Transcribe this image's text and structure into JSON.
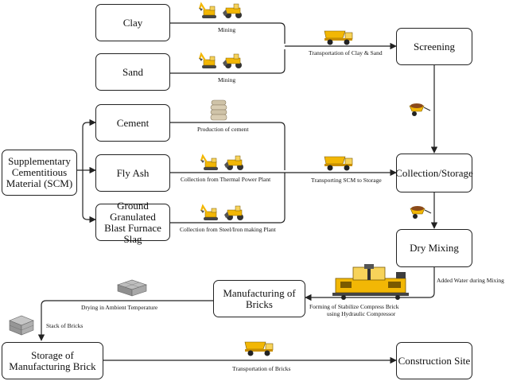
{
  "nodes": {
    "clay": "Clay",
    "sand": "Sand",
    "cement": "Cement",
    "fly_ash": "Fly Ash",
    "ggbs": "Ground Granulated Blast Furnace Slag",
    "scm": "Supplementary Cementitious Material (SCM)",
    "screening": "Screening",
    "collection": "Collection/Storage",
    "dry_mixing": "Dry Mixing",
    "manufacturing": "Manufacturing of Bricks",
    "storage": "Storage of Manufacturing Brick",
    "construction_site": "Construction Site"
  },
  "edges": {
    "mining_clay": "Mining",
    "mining_sand": "Mining",
    "transport_clay_sand": "Transportation of Clay & Sand",
    "production_cement": "Production of cement",
    "collection_fly_ash": "Collection from Thermal Power Plant",
    "transport_scm": "Transporting SCM to Storage",
    "collection_slag": "Collection from Steel/Iron making Plant",
    "added_water": "Added Water during Mixing",
    "forming_line1": "Forming of Stabilize Compress Brick",
    "forming_line2": "using Hydraulic Compressor",
    "drying": "Drying in Ambient Temperature",
    "stack": "Stack of Bricks",
    "transport_bricks": "Transportation of Bricks"
  },
  "icons": [
    "excavator-icon",
    "loader-icon",
    "dump-truck-icon",
    "wheelbarrow-icon",
    "cement-bags-icon",
    "brick-press-machine-icon",
    "brick-pile-icon",
    "brick-stack-icon"
  ],
  "colors": {
    "machine_yellow": "#f2b705",
    "line": "#222222"
  }
}
